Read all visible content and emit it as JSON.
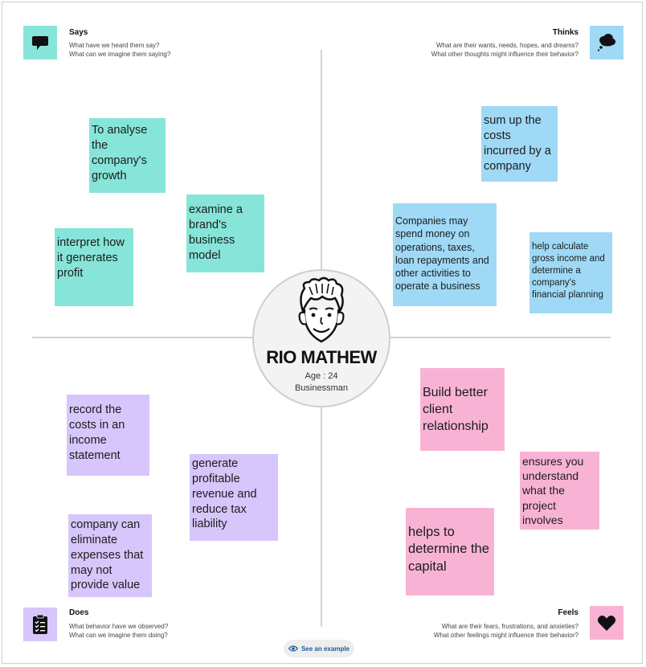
{
  "quadrants": {
    "says": {
      "title": "Says",
      "line1": "What have we heard them say?",
      "line2": "What can we imagine them saying?",
      "icon": "speech-bubble-icon",
      "color": "#86e5d8"
    },
    "thinks": {
      "title": "Thinks",
      "line1": "What are their wants, needs, hopes, and dreams?",
      "line2": "What other thoughts might influence their behavior?",
      "icon": "thought-cloud-icon",
      "color": "#9fd9f6"
    },
    "does": {
      "title": "Does",
      "line1": "What behavior have we observed?",
      "line2": "What can we imagine them doing?",
      "icon": "clipboard-icon",
      "color": "#d6c6fb"
    },
    "feels": {
      "title": "Feels",
      "line1": "What are their fears, frustrations, and anxieties?",
      "line2": "What other feelings might influence their behavior?",
      "icon": "heart-icon",
      "color": "#f8b3d4"
    }
  },
  "notes": {
    "says": [
      "To analyse the company's growth",
      "examine a brand's business model",
      " interpret how it generates profit"
    ],
    "thinks": [
      "sum up the costs incurred by a company",
      "Companies may spend money on operations, taxes, loan repayments and other activities to operate a business",
      " help calculate gross income and determine a company's financial planning"
    ],
    "does": [
      " record the costs in an income statement",
      "generate profitable revenue and reduce tax liability",
      " company can eliminate expenses that may not provide value"
    ],
    "feels": [
      "Build better client relationship",
      "ensures you understand what the project involves",
      "helps to determine the capital"
    ]
  },
  "persona": {
    "name": "RIO MATHEW",
    "age": "Age : 24",
    "occupation": "Businessman",
    "avatar_icon": "avatar-face-icon"
  },
  "footer": {
    "example_label": "See an example",
    "example_icon": "eye-icon"
  }
}
